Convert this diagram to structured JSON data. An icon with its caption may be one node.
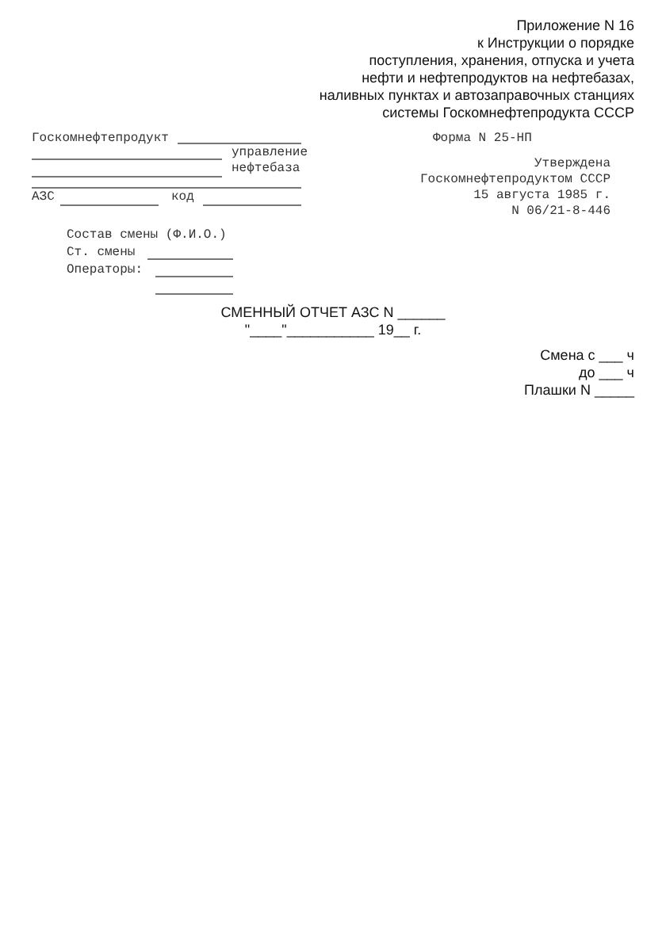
{
  "diagram": {
    "title": "СМЕННЫЙ ОТЧЕТ АЗС N ______",
    "labels": [
      "Приложение N 16",
      "к Инструкции о порядке",
      "поступления, хранения, отпуска и учета",
      "нефти и нефтепродуктов на нефтебазах,",
      "наливных пунктах и автозаправочных станциях",
      "системы Госкомнефтепродукта СССР",
      "Госкомнефтепродукт",
      "управление",
      "нефтебаза",
      "АЗС",
      "код",
      "Форма N 25-НП",
      "Утверждена",
      "Госкомнефтепродуктом СССР",
      "15 августа 1985 г.",
      "N 06/21-8-446",
      "Состав смены (Ф.И.О.)",
      "Ст. смены",
      "Операторы:",
      "\"____\"___________ 19__ г.",
      "Смена с ___ ч",
      "до ___ ч",
      "Плашки N _____"
    ]
  }
}
